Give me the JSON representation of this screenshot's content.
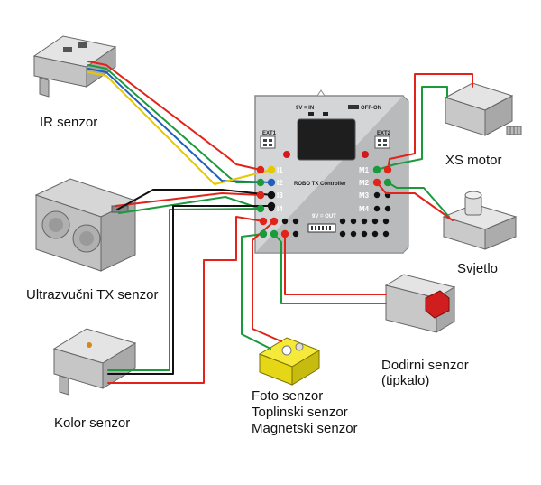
{
  "controller": {
    "name": "ROBO TX Controller",
    "power_label": "9V = IN",
    "switch_label": "OFF-ON",
    "ext1": "EXT1",
    "ext2": "EXT2",
    "out_label": "9V = OUT",
    "inputs": [
      "I1",
      "I2",
      "I3",
      "I4"
    ],
    "motors": [
      "M1",
      "M2",
      "M3",
      "M4"
    ]
  },
  "components": {
    "ir": "IR senzor",
    "ultra": "Ultrazvučni TX senzor",
    "kolor": "Kolor senzor",
    "foto_lines": [
      "Foto senzor",
      "Toplinski senzor",
      "Magnetski senzor"
    ],
    "touch_lines": [
      "Dodirni senzor",
      "(tipkalo)"
    ],
    "motor": "XS motor",
    "light": "Svjetlo"
  },
  "colors": {
    "wire_red": "#e2231a",
    "wire_green": "#1b9a3c",
    "wire_blue": "#1f5fbf",
    "wire_yellow": "#e6c800",
    "wire_black": "#111111",
    "controller_body": "#cfd0d2",
    "component_body": "#cdcdcd",
    "foto_yellow": "#f2e21a"
  }
}
